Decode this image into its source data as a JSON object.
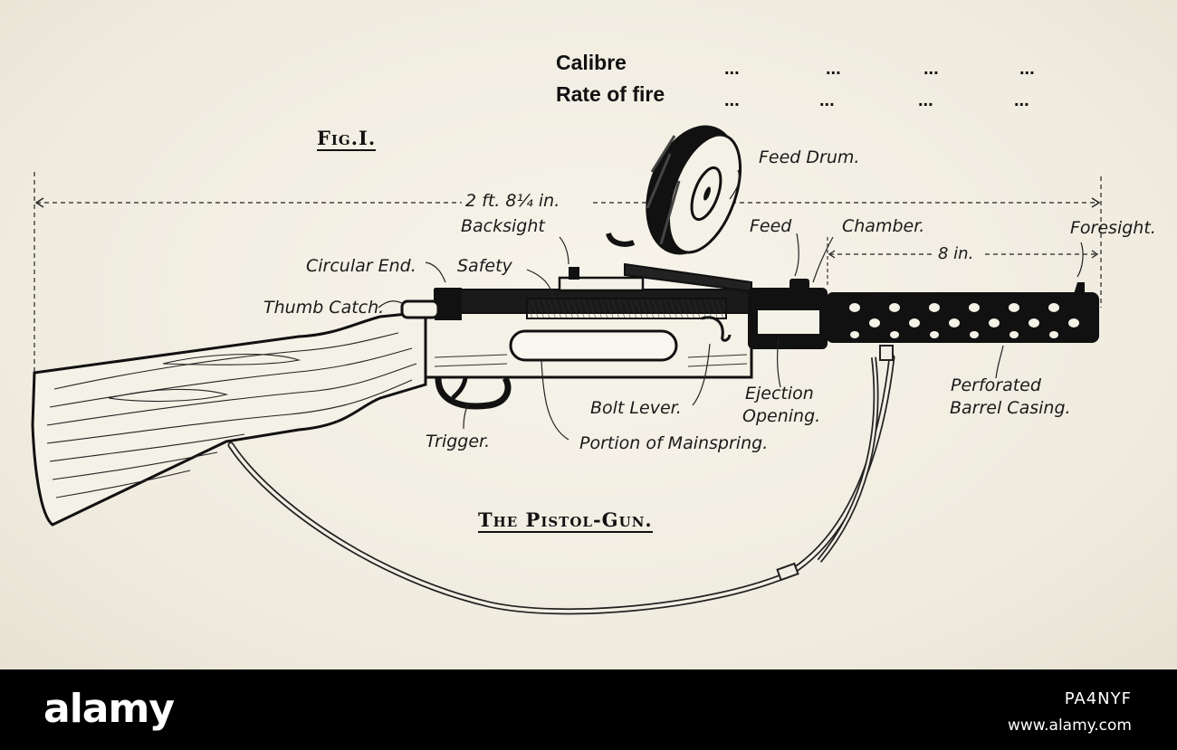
{
  "header": {
    "calibre_label": "Calibre",
    "rate_label": "Rate of fire",
    "calibre_dots": [
      "...",
      "...",
      "...",
      "..."
    ],
    "rate_dots": [
      "...",
      "...",
      "...",
      "..."
    ]
  },
  "figure": {
    "fig_label": "Fig.I.",
    "caption": "The Pistol-Gun."
  },
  "dimensions": {
    "overall_length": "2 ft. 8¼ in.",
    "barrel_length": "8 in."
  },
  "labels": {
    "feed_drum": "Feed Drum.",
    "backsight": "Backsight",
    "feed": "Feed",
    "chamber": "Chamber.",
    "foresight": "Foresight.",
    "circular_end": "Circular End.",
    "safety": "Safety",
    "thumb_catch": "Thumb Catch.",
    "bolt_lever": "Bolt Lever.",
    "ejection_opening_1": "Ejection",
    "ejection_opening_2": "Opening.",
    "perforated_1": "Perforated",
    "perforated_2": "Barrel Casing.",
    "trigger": "Trigger.",
    "mainspring": "Portion of Mainspring."
  },
  "footer": {
    "brand": "alamy",
    "image_id": "PA4NYF",
    "url": "www.alamy.com"
  },
  "colors": {
    "ink": "#111111",
    "paper": "#f2efe4",
    "footer": "#000000"
  }
}
